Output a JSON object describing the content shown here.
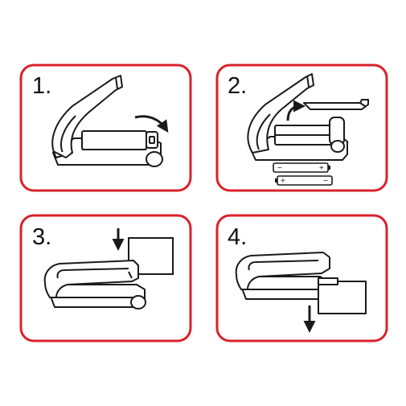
{
  "colors": {
    "frame": "#d9212b",
    "ink": "#1a1a1a",
    "paper": "#ffffff"
  },
  "steps": [
    {
      "label": "1.",
      "action": "open-lid"
    },
    {
      "label": "2.",
      "action": "insert-batteries"
    },
    {
      "label": "3.",
      "action": "insert-bag"
    },
    {
      "label": "4.",
      "action": "seal-and-pull"
    }
  ],
  "battery_signs": {
    "minus": "−",
    "plus": "+"
  }
}
